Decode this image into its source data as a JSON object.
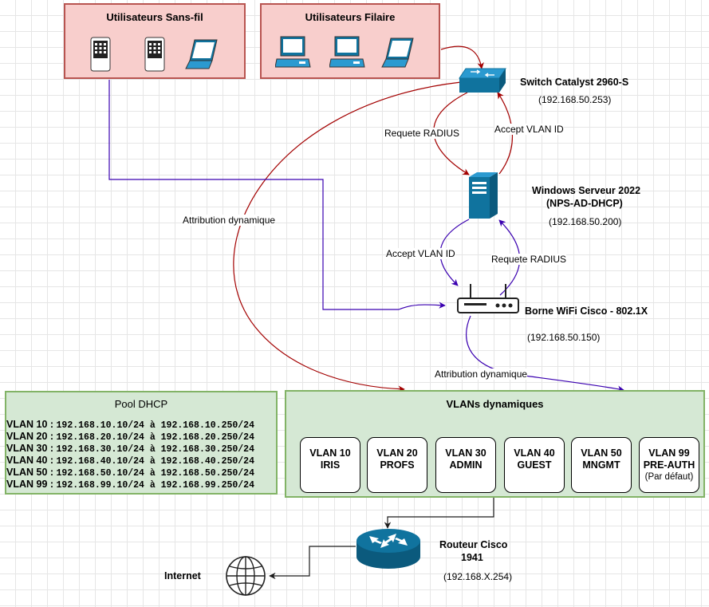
{
  "groups": {
    "wireless": {
      "title": "Utilisateurs Sans-fil"
    },
    "wired": {
      "title": "Utilisateurs Filaire"
    }
  },
  "switch": {
    "name": "Switch Catalyst 2960-S",
    "ip": "(192.168.50.253)"
  },
  "server": {
    "name_line1": "Windows Serveur 2022",
    "name_line2": "(NPS-AD-DHCP)",
    "ip": "(192.168.50.200)"
  },
  "ap": {
    "name": "Borne WiFi Cisco - 802.1X",
    "ip": "(192.168.50.150)"
  },
  "router": {
    "name_line1": "Routeur Cisco",
    "name_line2": "1941",
    "ip": "(192.168.X.254)"
  },
  "internet": {
    "label": "Internet"
  },
  "edges": {
    "switch_to_server": "Requete RADIUS",
    "server_to_switch": "Accept VLAN ID",
    "server_to_ap": "Accept VLAN ID",
    "ap_to_server": "Requete RADIUS",
    "switch_dynamic": "Attribution dynamique",
    "ap_dynamic": "Attribution dynamique"
  },
  "dhcp_pool": {
    "title": "Pool DHCP",
    "entries": [
      {
        "vlan": "VLAN 10 :",
        "range": "192.168.10.10/24 à 192.168.10.250/24"
      },
      {
        "vlan": "VLAN 20 :",
        "range": "192.168.20.10/24 à 192.168.20.250/24"
      },
      {
        "vlan": "VLAN 30 :",
        "range": "192.168.30.10/24 à 192.168.30.250/24"
      },
      {
        "vlan": "VLAN 40 :",
        "range": "192.168.40.10/24 à 192.168.40.250/24"
      },
      {
        "vlan": "VLAN 50 :",
        "range": "192.168.50.10/24 à 192.168.50.250/24"
      },
      {
        "vlan": "VLAN  99 :",
        "range": "192.168.99.10/24 à 192.168.99.250/24"
      }
    ]
  },
  "vlans": {
    "title": "VLANs dynamiques",
    "items": [
      {
        "id": "VLAN 10",
        "name": "IRIS",
        "note": ""
      },
      {
        "id": "VLAN 20",
        "name": "PROFS",
        "note": ""
      },
      {
        "id": "VLAN 30",
        "name": "ADMIN",
        "note": ""
      },
      {
        "id": "VLAN 40",
        "name": "GUEST",
        "note": ""
      },
      {
        "id": "VLAN 50",
        "name": "MNGMT",
        "note": ""
      },
      {
        "id": "VLAN 99",
        "name": "PRE-AUTH",
        "note": "(Par défaut)"
      }
    ]
  },
  "colors": {
    "red_edge": "#a30000",
    "blue_edge": "#3a00b0",
    "dark_edge": "#1a1a1a",
    "pink_fill": "#f8cecc",
    "pink_stroke": "#b85450",
    "green_fill": "#d5e8d4",
    "green_stroke": "#82b366",
    "device_blue": "#10739e"
  }
}
